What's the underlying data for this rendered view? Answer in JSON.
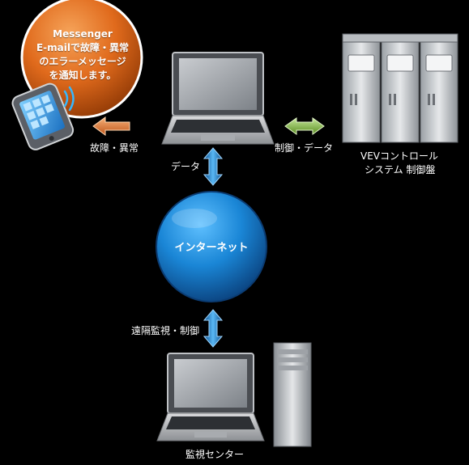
{
  "messenger": {
    "title": "Messenger",
    "line1": "E-mailで故障・異常",
    "line2": "のエラーメッセージ",
    "line3": "を通知します。"
  },
  "labels": {
    "fault": "故障・異常",
    "control_data": "制御・データ",
    "data": "データ",
    "panel_line1": "VEVコントロール",
    "panel_line2": "システム 制御盤",
    "internet": "インターネット",
    "remote": "遠隔監視・制御",
    "center": "監視センター"
  },
  "colors": {
    "background": "#000000",
    "bubble": "#e06a1c",
    "globe": "#1a86d6",
    "arrow_orange": "#e0782c",
    "arrow_green": "#7fb83a",
    "arrow_blue": "#2a8fd6"
  }
}
